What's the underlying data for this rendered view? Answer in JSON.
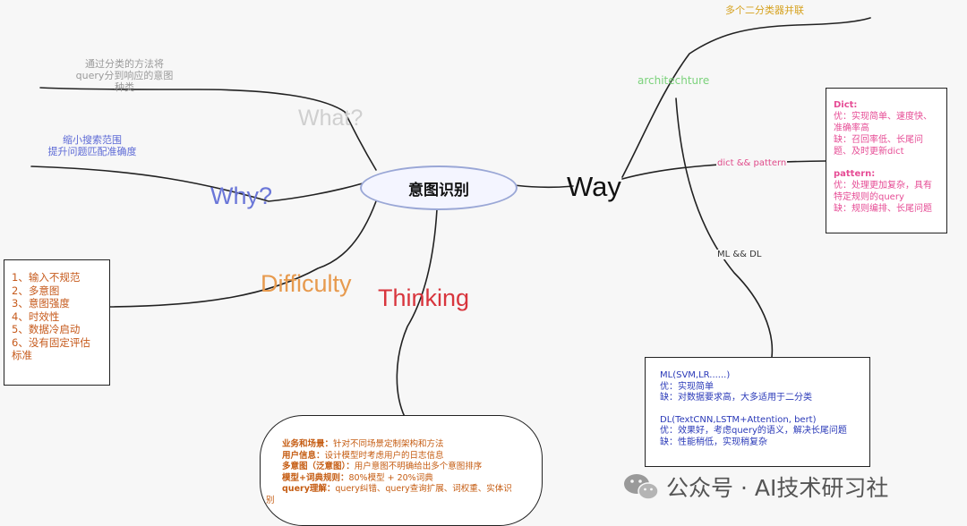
{
  "center": {
    "label": "意图识别"
  },
  "branches": {
    "what": "What?",
    "why": "Why?",
    "difficulty": "Difficulty",
    "thinking": "Thinking",
    "way": "Way"
  },
  "what_note": [
    "通过分类的方法将",
    "query分到响应的意图",
    "种类"
  ],
  "why_note": [
    "缩小搜索范围",
    "提升问题匹配准确度"
  ],
  "difficulty_items": [
    "1、输入不规范",
    "2、多意图",
    "3、意图强度",
    "4、时效性",
    "5、数据冷启动",
    "6、没有固定评估",
    "标准"
  ],
  "way": {
    "title_note": "多个二分类器并联",
    "architecture_label": "architechture",
    "dict_pattern_label": "dict && pattern",
    "ml_dl_label": "ML && DL",
    "dict_box": {
      "dict_head": "Dict:",
      "dict_lines": [
        "优：实现简单、速度快、",
        "准确率高",
        "缺：召回率低、长尾问",
        "题、及时更新dict"
      ],
      "pattern_head": "pattern:",
      "pattern_lines": [
        "优：处理更加复杂，具有",
        "特定规则的query",
        "缺：规则编排、长尾问题"
      ]
    },
    "ml_box": {
      "ml_lines": [
        "ML(SVM,LR......)",
        "优：实现简单",
        "缺：对数据要求高，大多适用于二分类"
      ],
      "dl_lines": [
        "DL(TextCNN,LSTM+Attention, bert)",
        "优：效果好，考虑query的语义，解决长尾问题",
        "缺：性能稍低，实现稍复杂"
      ]
    }
  },
  "thinking_box": [
    {
      "key": "业务和场景：",
      "value": "针对不同场景定制架构和方法"
    },
    {
      "key": "用户信息：",
      "value": "设计模型时考虑用户的日志信息"
    },
    {
      "key": "多意图（泛意图）：",
      "value": "用户意图不明确给出多个意图排序"
    },
    {
      "key": "模型+词典规则：",
      "value": "80%模型 + 20%词典"
    },
    {
      "key": "query理解：",
      "value": "query纠错、query查询扩展、词权重、实体识"
    },
    {
      "key": "",
      "value": "别"
    }
  ],
  "watermark": "公众号 · AI技术研习社",
  "colors": {
    "what": "#cfcfcf",
    "why": "#6b77d8",
    "difficulty": "#e79a4e",
    "thinking": "#d8353d",
    "architecture": "#7bd27b",
    "dict": "#e64c95",
    "ml": "#2a39b8",
    "thinking_text": "#c55c12",
    "title_note": "#d6a21f"
  }
}
